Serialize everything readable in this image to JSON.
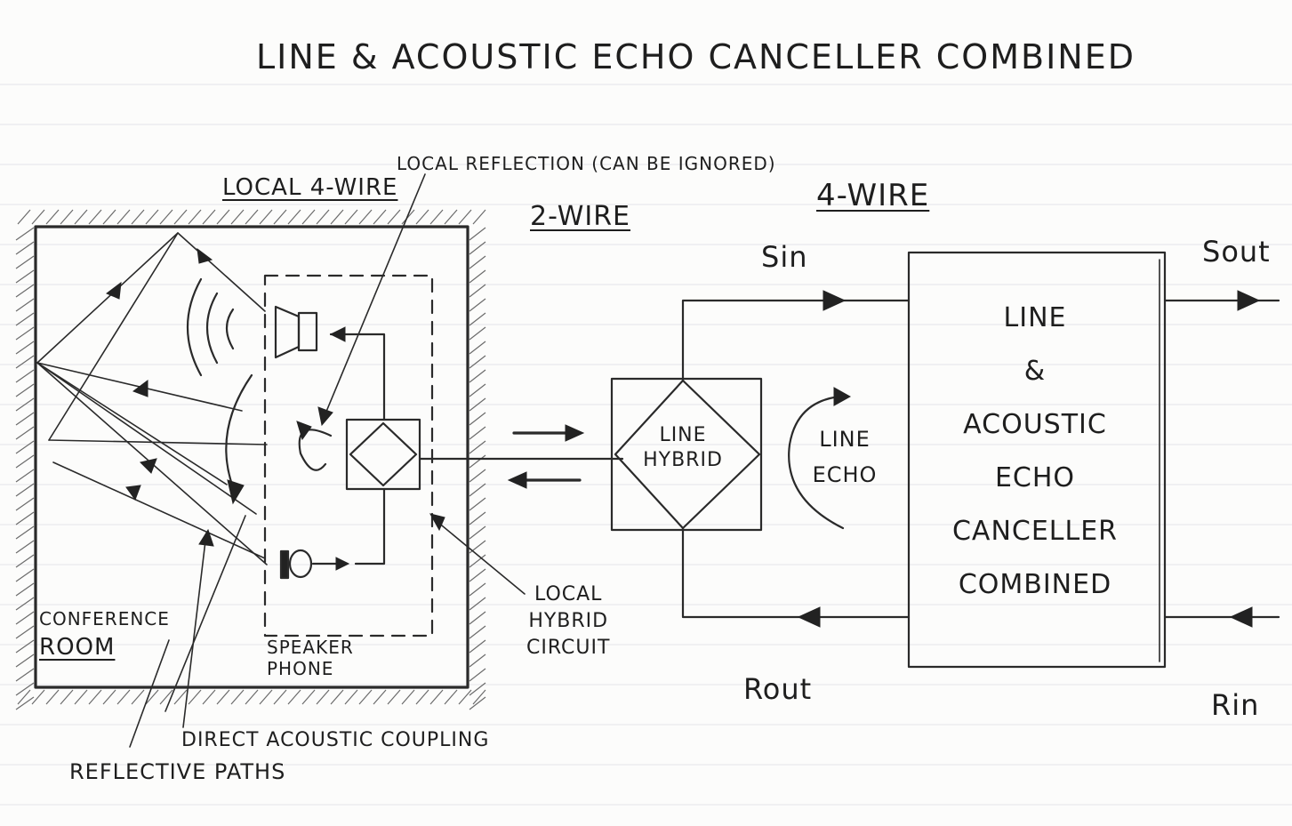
{
  "title": "LINE & ACOUSTIC ECHO CANCELLER COMBINED",
  "sections": {
    "local_4wire": "LOCAL 4-WIRE",
    "two_wire": "2-WIRE",
    "four_wire": "4-WIRE"
  },
  "signals": {
    "sin": "Sin",
    "sout": "Sout",
    "rout": "Rout",
    "rin": "Rin"
  },
  "blocks": {
    "line_hybrid": [
      "LINE",
      "HYBRID"
    ],
    "line_echo": [
      "LINE",
      "ECHO"
    ],
    "canceller": [
      "LINE",
      "&",
      "ACOUSTIC",
      "ECHO",
      "CANCELLER",
      "COMBINED"
    ]
  },
  "annotations": {
    "local_reflection": "LOCAL REFLECTION (CAN BE IGNORED)",
    "conference_room": [
      "CONFERENCE",
      "ROOM"
    ],
    "speaker_phone": [
      "SPEAKER",
      "PHONE"
    ],
    "local_hybrid_circuit": [
      "LOCAL",
      "HYBRID",
      "CIRCUIT"
    ],
    "direct_acoustic_coupling": "DIRECT ACOUSTIC COUPLING",
    "reflective_paths": "REFLECTIVE PATHS"
  }
}
